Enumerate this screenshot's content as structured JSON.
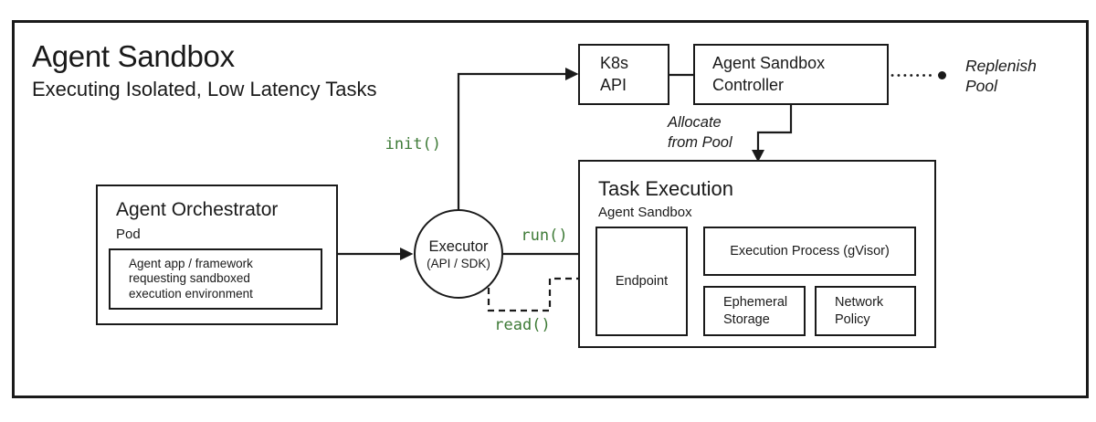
{
  "colors": {
    "ink": "#1a1a1a",
    "accent_green": "#3d7a36",
    "background": "#ffffff"
  },
  "header": {
    "title": "Agent Sandbox",
    "subtitle": "Executing Isolated, Low Latency Tasks"
  },
  "agent_orchestrator": {
    "title": "Agent Orchestrator",
    "subtitle": "Pod",
    "note_lines": [
      "Agent app / framework",
      "requesting sandboxed",
      "execution environment"
    ]
  },
  "executor": {
    "name": "Executor",
    "caption": "(API / SDK)"
  },
  "k8s_api": {
    "lines": [
      "K8s",
      "API"
    ]
  },
  "controller": {
    "lines": [
      "Agent Sandbox",
      "Controller"
    ]
  },
  "task_execution": {
    "title": "Task Execution",
    "subtitle": "Agent Sandbox",
    "endpoint": "Endpoint",
    "execution_process": "Execution Process (gVisor)",
    "ephemeral_storage_lines": [
      "Ephemeral",
      "Storage"
    ],
    "network_policy_lines": [
      "Network",
      "Policy"
    ]
  },
  "method_labels": {
    "init": "init()",
    "run": "run()",
    "read": "read()"
  },
  "flow_labels": {
    "allocate_lines": [
      "Allocate",
      "from Pool"
    ],
    "replenish_lines": [
      "Replenish",
      "Pool"
    ]
  }
}
